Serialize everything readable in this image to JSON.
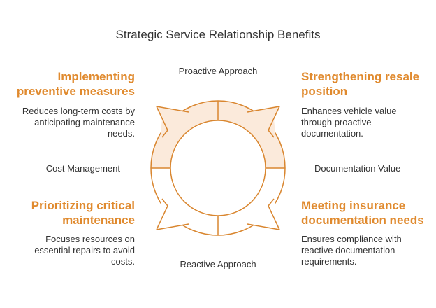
{
  "title": "Strategic Service Relationship Benefits",
  "axes": {
    "top": "Proactive Approach",
    "bottom": "Reactive Approach",
    "left": "Cost Management",
    "right": "Documentation Value"
  },
  "quadrants": {
    "top_left": {
      "heading_line1": "Implementing",
      "heading_line2": "preventive measures",
      "desc_line1": "Reduces long-term costs by",
      "desc_line2": "anticipating maintenance",
      "desc_line3": "needs."
    },
    "top_right": {
      "heading_line1": "Strengthening resale",
      "heading_line2": "position",
      "desc_line1": "Enhances vehicle value",
      "desc_line2": "through proactive",
      "desc_line3": "documentation."
    },
    "bottom_left": {
      "heading_line1": "Prioritizing critical",
      "heading_line2": "maintenance",
      "desc_line1": "Focuses resources on",
      "desc_line2": "essential repairs to avoid",
      "desc_line3": "costs."
    },
    "bottom_right": {
      "heading_line1": "Meeting insurance",
      "heading_line2": "documentation needs",
      "desc_line1": "Ensures compliance with",
      "desc_line2": "reactive documentation",
      "desc_line3": "requirements."
    }
  },
  "colors": {
    "accent": "#e08a2e",
    "stroke": "#d9862f",
    "highlight_fill": "#fbeadb",
    "text": "#333333"
  }
}
